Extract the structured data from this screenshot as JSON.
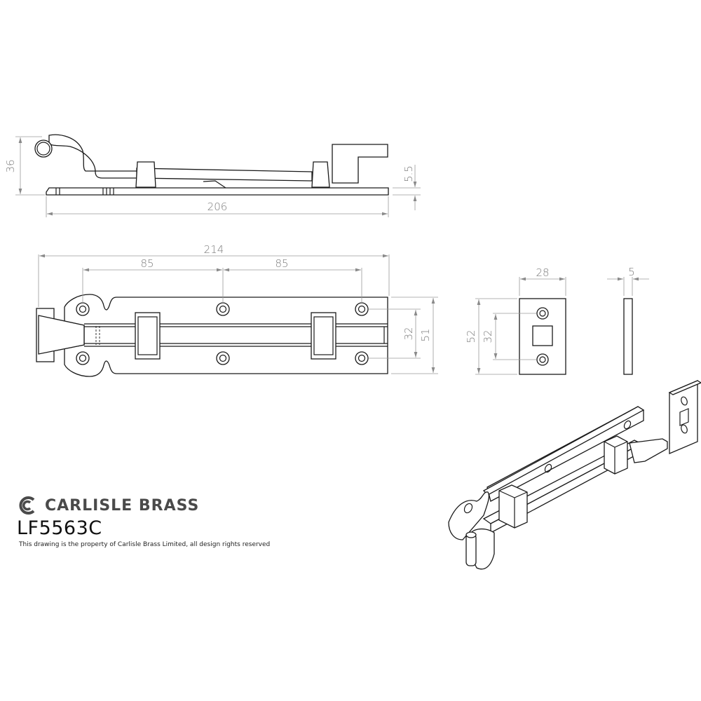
{
  "title_block": {
    "brand_name": "CARLISLE BRASS",
    "logo_icon": "carlisle-brass-c-logo",
    "product_code": "LF5563C",
    "disclaimer": "This drawing is the property of Carlisle Brass Limited, all design rights reserved"
  },
  "views": {
    "side_elevation": {
      "dimensions": {
        "height": "36",
        "base_thickness": "5.5",
        "base_length": "206"
      }
    },
    "front_elevation": {
      "dimensions": {
        "overall_length": "214",
        "hole_spacing_left": "85",
        "hole_spacing_right": "85",
        "hole_vertical_spacing": "32",
        "plate_height": "51"
      }
    },
    "keep_front": {
      "dimensions": {
        "width": "28",
        "height": "52",
        "hole_spacing": "32"
      }
    },
    "keep_side": {
      "dimensions": {
        "thickness": "5"
      }
    },
    "isometric": {
      "label": ""
    }
  },
  "colors": {
    "line": "#1a1a1a",
    "dimension": "#9a9a9a",
    "dimension_text": "#7a7a7a",
    "brand": "#4a4a4a"
  }
}
